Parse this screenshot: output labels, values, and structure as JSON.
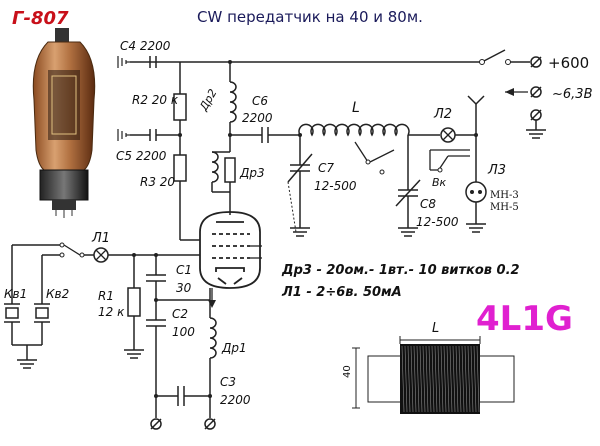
{
  "title": "CW передатчик на 40 и 80м.",
  "tube_label": "Г-807",
  "big_label": "4L1G",
  "supply": {
    "hv": "+600",
    "ac": "~6,3В"
  },
  "components": {
    "c4": "С4 2200",
    "c5": "С5 2200",
    "c6_name": "С6",
    "c6_val": "2200",
    "r2": "R2 20 к",
    "r3": "R3 20",
    "dr2": "Др2",
    "dr3": "Др3",
    "dr1": "Др1",
    "l_coil": "L",
    "c7_name": "С7",
    "c7_val": "12-500",
    "c8_name": "С8",
    "c8_val": "12-500",
    "l1": "Л1",
    "l2": "Л2",
    "l3": "Л3",
    "l3_types": "МН-3\nМН-5",
    "vk": "Вк",
    "kv1": "Кв1",
    "kv2": "Кв2",
    "r1_name": "R1",
    "r1_val": "12 к",
    "c1_name": "С1",
    "c1_val": "30",
    "c2_name": "С2",
    "c2_val": "100",
    "c3_name": "С3",
    "c3_val": "2200"
  },
  "notes": {
    "dr3_note": "Др3 - 20ом.- 1вт.- 10 витков 0.2",
    "l1_note": "Л1 - 2÷6в. 50мА"
  },
  "coil_drawing": {
    "label": "L",
    "dim": "40"
  }
}
